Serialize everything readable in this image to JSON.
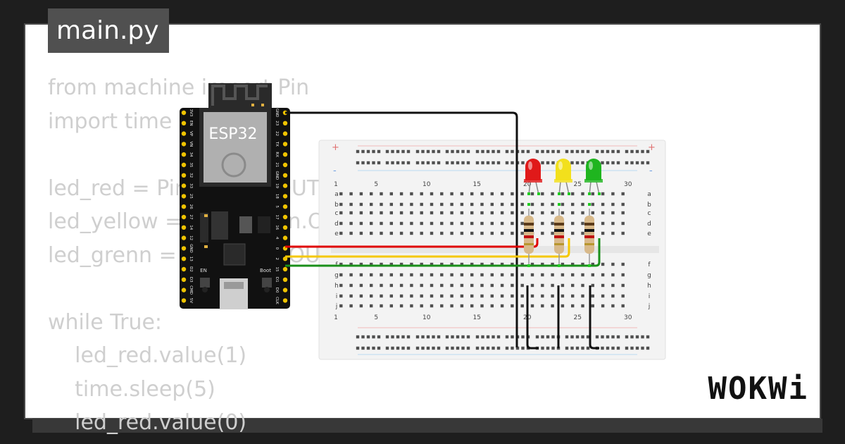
{
  "file_tab": {
    "label": "main.py"
  },
  "code_lines": [
    "from machine import Pin",
    "import time",
    "",
    "led_red = Pin(19, Pin.OUT)",
    "led_yellow = Pin(18, Pin.OUT)",
    "led_grenn = Pin(5, Pin.OUT)",
    "",
    "while True:",
    "    led_red.value(1)",
    "    time.sleep(5)",
    "    led_red.value(0)"
  ],
  "board": {
    "label": "ESP32",
    "left_pins": [
      "3V3",
      "EN",
      "VP",
      "VN",
      "34",
      "35",
      "32",
      "33",
      "25",
      "26",
      "27",
      "14",
      "12",
      "GND",
      "13",
      "D2",
      "D3",
      "CMD",
      "5V"
    ],
    "right_pins": [
      "GND",
      "23",
      "22",
      "TX",
      "RX",
      "21",
      "GND",
      "19",
      "18",
      "5",
      "17",
      "16",
      "4",
      "0",
      "2",
      "15",
      "D1",
      "D0",
      "CLK"
    ],
    "button_en": "EN",
    "button_boot": "Boot"
  },
  "breadboard": {
    "column_numbers": [
      "1",
      "5",
      "10",
      "15",
      "20",
      "25",
      "30"
    ],
    "row_letters_top": [
      "a",
      "b",
      "c",
      "d",
      "e"
    ],
    "row_letters_bottom": [
      "f",
      "g",
      "h",
      "i",
      "j"
    ],
    "rail_plus": "+",
    "rail_minus": "-"
  },
  "leds": [
    {
      "name": "red",
      "color": "#e01919"
    },
    {
      "name": "yellow",
      "color": "#f2e01c"
    },
    {
      "name": "green",
      "color": "#1fb51f"
    }
  ],
  "wires": {
    "gnd": "#111111",
    "red": "#e00000",
    "yellow": "#f5c800",
    "green": "#1a8f1a"
  },
  "logo": {
    "text": "WOKWi"
  }
}
